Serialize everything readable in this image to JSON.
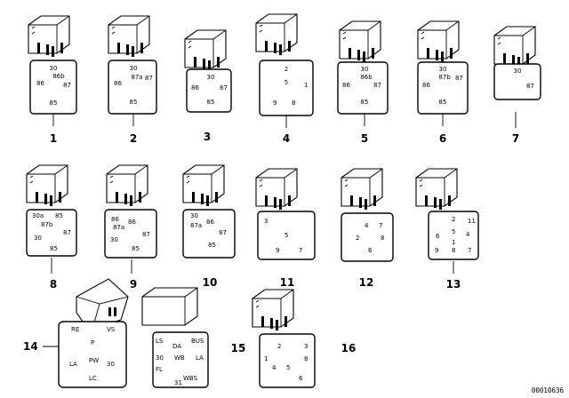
{
  "figure": {
    "code": "00010636"
  },
  "relays": [
    {
      "number": "1",
      "pins": [
        "30",
        "86b",
        "86",
        "87",
        "85"
      ]
    },
    {
      "number": "2",
      "pins": [
        "30",
        "87a",
        "86",
        "87",
        "85"
      ]
    },
    {
      "number": "3",
      "pins": [
        "30",
        "86",
        "87",
        "85"
      ]
    },
    {
      "number": "4",
      "pins": [
        "2",
        "5",
        "1",
        "9",
        "8"
      ]
    },
    {
      "number": "5",
      "pins": [
        "30",
        "86b",
        "86",
        "87",
        "85"
      ]
    },
    {
      "number": "6",
      "pins": [
        "30",
        "87b",
        "86",
        "87",
        "85"
      ]
    },
    {
      "number": "7",
      "pins": [
        "30",
        "87"
      ]
    },
    {
      "number": "8",
      "pins": [
        "30a",
        "85",
        "87b",
        "30",
        "87",
        "85"
      ]
    },
    {
      "number": "9",
      "pins": [
        "86",
        "87a",
        "86",
        "87",
        "30",
        "85"
      ]
    },
    {
      "number": "10",
      "pins": [
        "30",
        "87a",
        "86",
        "87",
        "85"
      ]
    },
    {
      "number": "11",
      "pins": [
        "3",
        "5",
        "9",
        "7"
      ]
    },
    {
      "number": "12",
      "pins": [
        "4",
        "7",
        "2",
        "8",
        "6"
      ]
    },
    {
      "number": "13",
      "pins": [
        "2",
        "11",
        "6",
        "5",
        "4",
        "1",
        "9",
        "8",
        "7"
      ]
    },
    {
      "number": "14",
      "pins": [
        "RE",
        "VS",
        "P",
        "LA",
        "PW",
        "30",
        "LC"
      ]
    },
    {
      "number": "15",
      "pins": [
        "LS",
        "BUS",
        "DA",
        "30",
        "WB",
        "LA",
        "FL",
        "WBS",
        "31"
      ]
    },
    {
      "number": "16",
      "pins": [
        "2",
        "3",
        "1",
        "8",
        "4",
        "5",
        "6"
      ]
    }
  ]
}
